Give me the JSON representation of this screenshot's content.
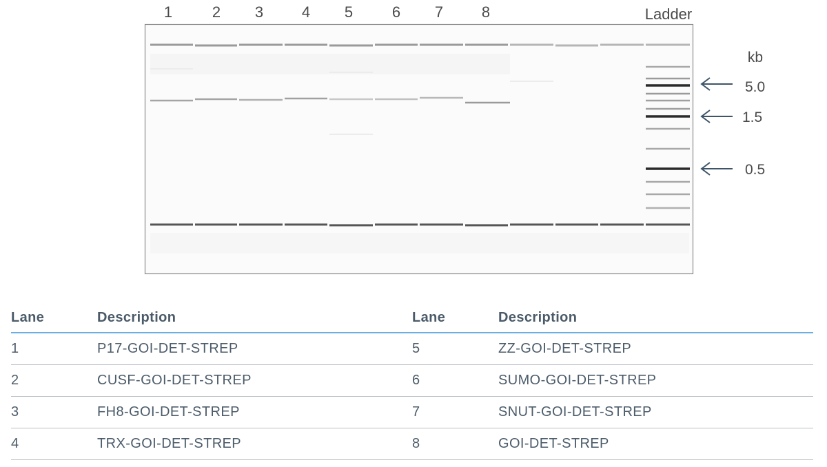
{
  "gel": {
    "lane_labels": [
      "1",
      "2",
      "3",
      "4",
      "5",
      "6",
      "7",
      "8"
    ],
    "ladder_label": "Ladder",
    "unit_label": "kb",
    "markers": [
      "5.0",
      "1.5",
      "0.5"
    ],
    "colors": {
      "frame": "#888888",
      "background": "#fbfbfb",
      "band": "#7a7a7a",
      "arrow": "#3e5468",
      "text": "#4a4a4a"
    }
  },
  "table": {
    "headers": {
      "lane_left": "Lane",
      "description_left": "Description",
      "lane_right": "Lane",
      "description_right": "Description"
    },
    "rows": [
      {
        "lane_left": "1",
        "description_left": "P17-GOI-DET-STREP",
        "lane_right": "5",
        "description_right": "ZZ-GOI-DET-STREP"
      },
      {
        "lane_left": "2",
        "description_left": "CUSF-GOI-DET-STREP",
        "lane_right": "6",
        "description_right": "SUMO-GOI-DET-STREP"
      },
      {
        "lane_left": "3",
        "description_left": "FH8-GOI-DET-STREP",
        "lane_right": "7",
        "description_right": "SNUT-GOI-DET-STREP"
      },
      {
        "lane_left": "4",
        "description_left": "TRX-GOI-DET-STREP",
        "lane_right": "8",
        "description_right": "GOI-DET-STREP"
      }
    ],
    "colors": {
      "header_rule": "#6aaee3",
      "row_rule": "#b9bec3"
    }
  }
}
